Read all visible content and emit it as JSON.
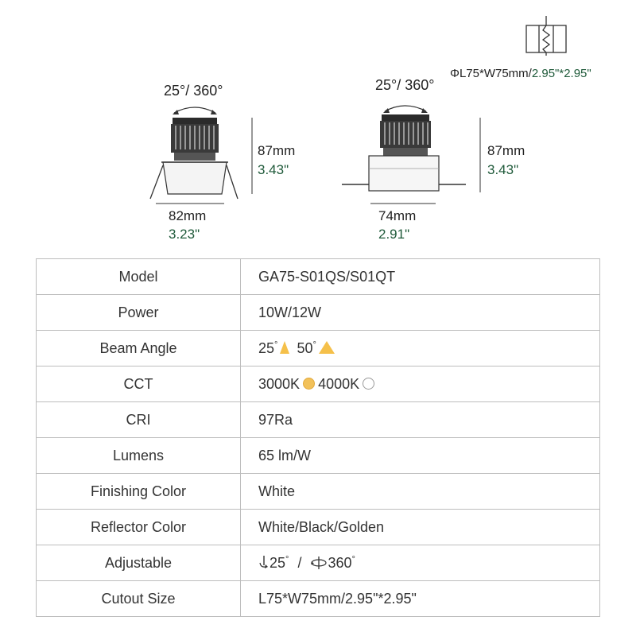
{
  "figure_left": {
    "angle": "25°/ 360°",
    "height_mm": "87mm",
    "height_in": "3.43\"",
    "width_mm": "82mm",
    "width_in": "3.23\""
  },
  "figure_right": {
    "angle": "25°/ 360°",
    "height_mm": "87mm",
    "height_in": "3.43\"",
    "width_mm": "74mm",
    "width_in": "2.91\""
  },
  "cutout": {
    "prefix": "ΦL75*W75mm/",
    "green": "2.95\"*2.95\""
  },
  "colors": {
    "accent_green": "#1f5a3a",
    "warm_dot": "#f2c15a",
    "beam_yellow": "#f5c04a"
  },
  "specs": [
    {
      "label": "Model",
      "value": "GA75-S01QS/S01QT"
    },
    {
      "label": "Power",
      "value": "10W/12W"
    },
    {
      "label": "Beam Angle",
      "v1": "25",
      "v2": "50"
    },
    {
      "label": "CCT",
      "v1": "3000K",
      "v2": "4000K"
    },
    {
      "label": "CRI",
      "value": "97Ra"
    },
    {
      "label": "Lumens",
      "value": "65 lm/W"
    },
    {
      "label": "Finishing Color",
      "value": "White"
    },
    {
      "label": "Reflector Color",
      "value": "White/Black/Golden"
    },
    {
      "label": "Adjustable",
      "v1": "25",
      "separator": "/",
      "v2": "360"
    },
    {
      "label": "Cutout Size",
      "value": "L75*W75mm/2.95\"*2.95\""
    }
  ],
  "icons": [
    "tilt-icon",
    "rotate-icon",
    "wall-cutout-icon",
    "beam-narrow-icon",
    "beam-wide-icon",
    "warm-dot-icon",
    "cool-dot-icon"
  ]
}
